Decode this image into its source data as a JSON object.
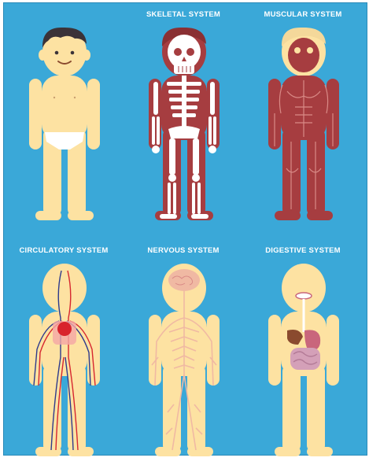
{
  "colors": {
    "background": "#3aa8d8",
    "skin": "#fde2a2",
    "skin_shadow": "#f1cd85",
    "hair": "#3b3338",
    "bone": "#ffffff",
    "muscle": "#a63d40",
    "muscle_line": "#d98a86",
    "artery": "#d6262f",
    "vein": "#2d3a8c",
    "heart": "#d8232c",
    "nerve": "#f0b9a3",
    "stomach": "#c9667c",
    "intestine": "#d4a0b8",
    "liver": "#8a4a2e"
  },
  "panels": [
    {
      "title": "",
      "system": "body"
    },
    {
      "title": "SKELETAL SYSTEM",
      "system": "skeletal"
    },
    {
      "title": "MUSCULAR SYSTEM",
      "system": "muscular"
    },
    {
      "title": "CIRCULATORY SYSTEM",
      "system": "circulatory"
    },
    {
      "title": "NERVOUS SYSTEM",
      "system": "nervous"
    },
    {
      "title": "DIGESTIVE SYSTEM",
      "system": "digestive"
    }
  ]
}
